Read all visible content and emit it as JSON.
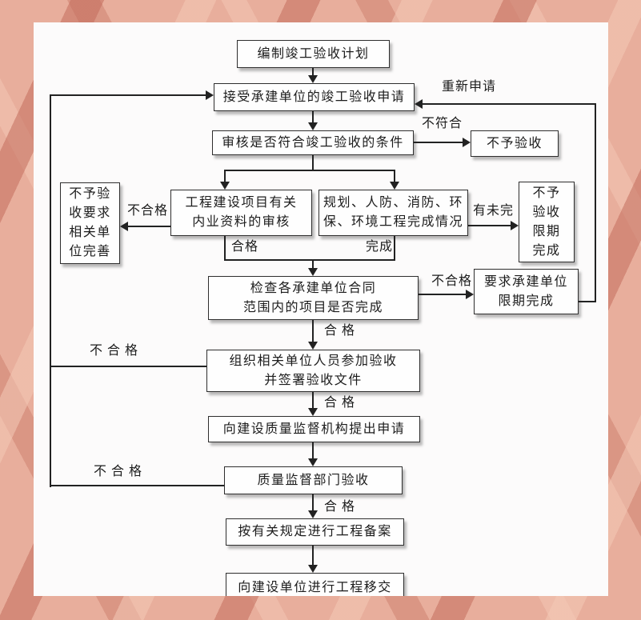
{
  "diagram": {
    "nodes": {
      "plan": "编制竣工验收计划",
      "accept_application": "接受承建单位的竣工验收申请",
      "review_conditions": "审核是否符合竣工验收的条件",
      "no_acceptance": "不予验收",
      "no_acceptance_improve": "不予验\n收要求\n相关单\n位完善",
      "doc_review": "工程建设项目有关\n内业资料的审核",
      "completion_status": "规划、人防、消防、环\n保、环境工程完成情况",
      "no_acceptance_deadline": "不予\n验收\n限期\n完成",
      "check_contract_scope": "检查各承建单位合同\n范围内的项目是否完成",
      "require_deadline": "要求承建单位\n限期完成",
      "organize_acceptance": "组织相关单位人员参加验收\n并签署验收文件",
      "apply_supervision": "向建设质量监督机构提出申请",
      "quality_dept_acceptance": "质量监督部门验收",
      "filing": "按有关规定进行工程备案",
      "handover": "向建设单位进行工程移交"
    },
    "edge_labels": {
      "reapply": "重新申请",
      "not_conform": "不符合",
      "unqualified_left": "不合格",
      "incomplete": "有未完",
      "qualified_doc": "合格",
      "completed": "完成",
      "unqualified_mid": "不合格",
      "qualified_1": "合 格",
      "unqualified_upper": "不 合 格",
      "qualified_2": "合 格",
      "unqualified_lower": "不 合 格",
      "qualified_3": "合 格"
    },
    "colors": {
      "line": "#222222",
      "node_border": "#2e2e2e",
      "node_background": "#fefefe",
      "panel_background": "#fcfbfb",
      "page_background": "#e8ae9c",
      "stripe_dark": "#c36c5c",
      "stripe_light": "#f4c9b6"
    }
  }
}
